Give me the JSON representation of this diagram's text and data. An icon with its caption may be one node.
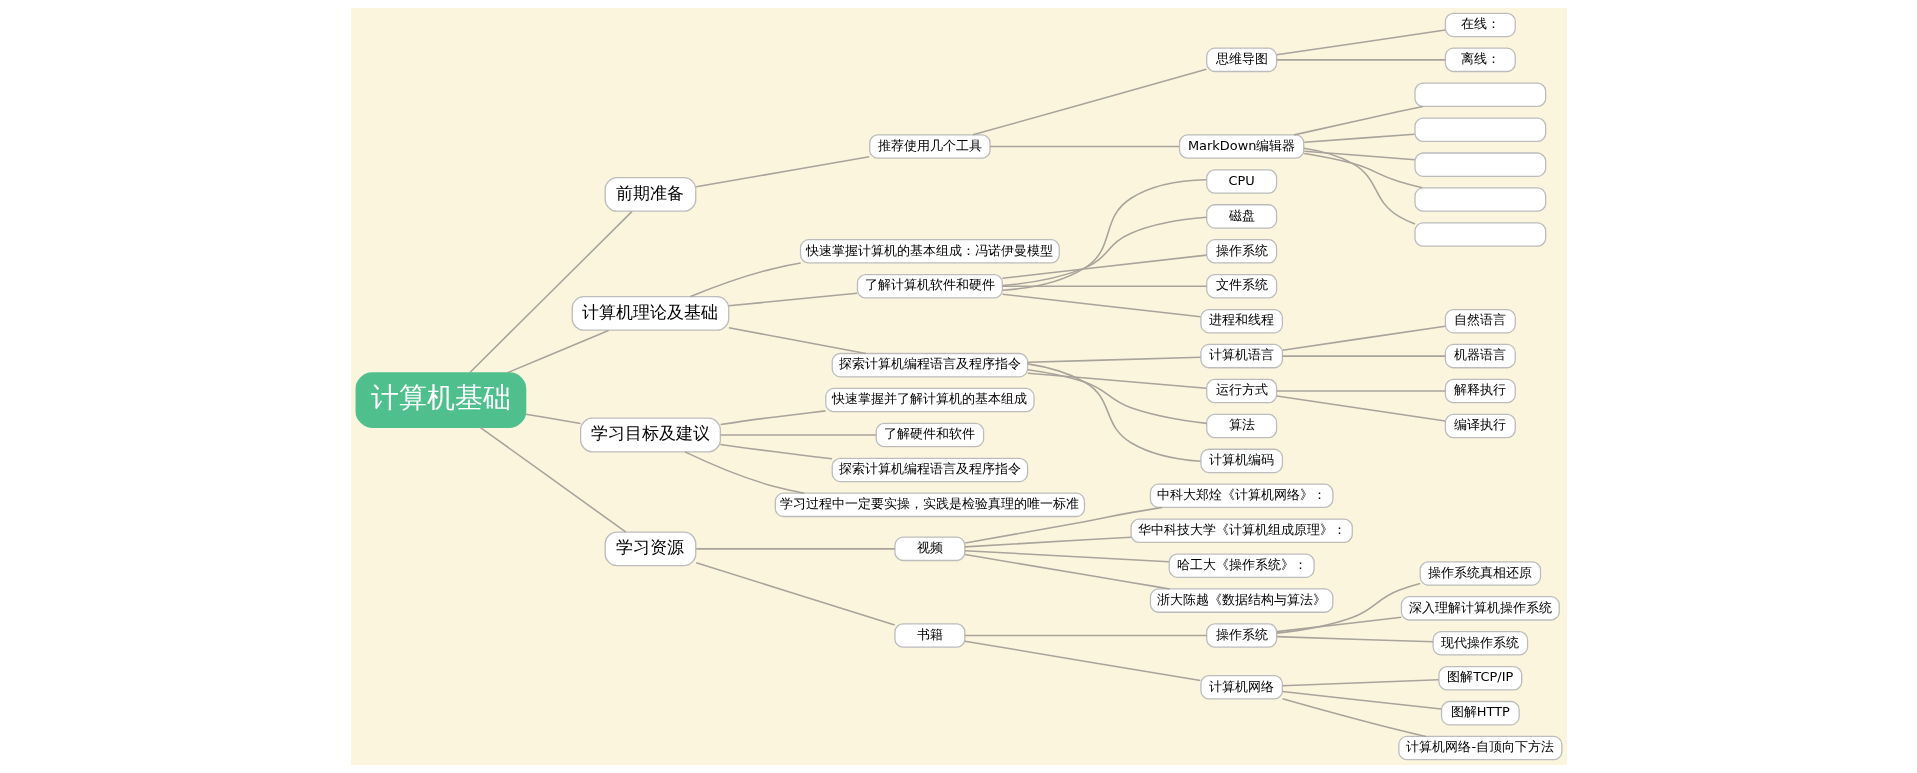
{
  "diagram": {
    "nodes": [
      {
        "text": [
          "计算机基础"
        ]
      },
      {
        "text": [
          "前期准备"
        ]
      },
      {
        "text": [
          "推荐使用几个工具"
        ]
      },
      {
        "text": [
          "思维导图"
        ]
      },
      {
        "text": [
          "在线："
        ]
      },
      {
        "text": [
          "离线："
        ]
      },
      {
        "text": [
          "MarkDown编辑器"
        ]
      },
      {
        "text": [],
        "shape": "box"
      },
      {
        "text": [],
        "shape": "box"
      },
      {
        "text": [],
        "shape": "box"
      },
      {
        "text": [],
        "shape": "box"
      },
      {
        "text": [],
        "shape": "box"
      },
      {
        "text": [
          "计算机理论及基础"
        ]
      },
      {
        "text": [
          "快速掌握计算机的基本组成：冯诺伊曼模型"
        ]
      },
      {
        "text": [
          "了解计算机软件和硬件"
        ]
      },
      {
        "text": [
          "CPU"
        ]
      },
      {
        "text": [
          "磁盘"
        ]
      },
      {
        "text": [
          "操作系统"
        ]
      },
      {
        "text": [
          "文件系统"
        ]
      },
      {
        "text": [
          "进程和线程"
        ]
      },
      {
        "text": [
          "探索计算机编程语言及程序指令"
        ]
      },
      {
        "text": [
          "计算机语言"
        ]
      },
      {
        "text": [
          "自然语言"
        ]
      },
      {
        "text": [
          "机器语言"
        ]
      },
      {
        "text": [
          "运行方式"
        ]
      },
      {
        "text": [
          "解释执行"
        ]
      },
      {
        "text": [
          "编译执行"
        ]
      },
      {
        "text": [
          "算法"
        ]
      },
      {
        "text": [
          "计算机编码"
        ]
      },
      {
        "text": [
          "学习目标及建议"
        ]
      },
      {
        "text": [
          "快速掌握并了解计算机的基本组成"
        ]
      },
      {
        "text": [
          "了解硬件和软件"
        ]
      },
      {
        "text": [
          "探索计算机编程语言及程序指令"
        ]
      },
      {
        "text": [
          "学习过程中一定要实操，实践是检验真理的唯一标准"
        ]
      },
      {
        "text": [
          "学习资源"
        ]
      },
      {
        "text": [
          "视频"
        ]
      },
      {
        "text": [
          "中科大郑烇《计算机网络》："
        ]
      },
      {
        "text": [
          "华中科技大学《计算机组成原理》："
        ]
      },
      {
        "text": [
          "哈工大《操作系统》："
        ]
      },
      {
        "text": [
          "浙大陈越《数据结构与算法》"
        ]
      },
      {
        "text": [
          "书籍"
        ]
      },
      {
        "text": [
          "操作系统"
        ]
      },
      {
        "text": [
          "操作系统真相还原"
        ]
      },
      {
        "text": [
          "深入理解计算机操作系统"
        ]
      },
      {
        "text": [
          "现代操作系统"
        ]
      },
      {
        "text": [
          "计算机网络"
        ]
      },
      {
        "text": [
          "图解TCP/IP"
        ]
      },
      {
        "text": [
          "图解HTTP"
        ]
      },
      {
        "text": [
          "计算机网络-自顶向下方法"
        ]
      }
    ],
    "edges": [
      {
        "from": 0,
        "to": 1,
        "arrow": "none"
      },
      {
        "from": 1,
        "to": 2,
        "arrow": "none"
      },
      {
        "from": 2,
        "to": 3,
        "arrow": "none"
      },
      {
        "from": 3,
        "to": 4,
        "arrow": "none"
      },
      {
        "from": 3,
        "to": 5,
        "arrow": "none"
      },
      {
        "from": 2,
        "to": 6,
        "arrow": "none"
      },
      {
        "from": 6,
        "to": 7,
        "arrow": "none"
      },
      {
        "from": 6,
        "to": 8,
        "arrow": "none"
      },
      {
        "from": 6,
        "to": 9,
        "arrow": "none"
      },
      {
        "from": 6,
        "to": 10,
        "arrow": "none"
      },
      {
        "from": 6,
        "to": 11,
        "arrow": "none"
      },
      {
        "from": 0,
        "to": 12,
        "arrow": "none"
      },
      {
        "from": 12,
        "to": 13,
        "arrow": "none"
      },
      {
        "from": 12,
        "to": 14,
        "arrow": "none"
      },
      {
        "from": 14,
        "to": 15,
        "arrow": "none"
      },
      {
        "from": 14,
        "to": 16,
        "arrow": "none"
      },
      {
        "from": 14,
        "to": 17,
        "arrow": "none"
      },
      {
        "from": 14,
        "to": 18,
        "arrow": "none"
      },
      {
        "from": 14,
        "to": 19,
        "arrow": "none"
      },
      {
        "from": 12,
        "to": 20,
        "arrow": "none"
      },
      {
        "from": 20,
        "to": 21,
        "arrow": "none"
      },
      {
        "from": 21,
        "to": 22,
        "arrow": "none"
      },
      {
        "from": 21,
        "to": 23,
        "arrow": "none"
      },
      {
        "from": 20,
        "to": 24,
        "arrow": "none"
      },
      {
        "from": 24,
        "to": 25,
        "arrow": "none"
      },
      {
        "from": 24,
        "to": 26,
        "arrow": "none"
      },
      {
        "from": 20,
        "to": 27,
        "arrow": "none"
      },
      {
        "from": 20,
        "to": 28,
        "arrow": "none"
      },
      {
        "from": 0,
        "to": 29,
        "arrow": "none"
      },
      {
        "from": 29,
        "to": 30,
        "arrow": "none"
      },
      {
        "from": 29,
        "to": 31,
        "arrow": "none"
      },
      {
        "from": 29,
        "to": 32,
        "arrow": "none"
      },
      {
        "from": 29,
        "to": 33,
        "arrow": "none"
      },
      {
        "from": 0,
        "to": 34,
        "arrow": "none"
      },
      {
        "from": 34,
        "to": 35,
        "arrow": "none"
      },
      {
        "from": 35,
        "to": 36,
        "arrow": "none"
      },
      {
        "from": 35,
        "to": 37,
        "arrow": "none"
      },
      {
        "from": 35,
        "to": 38,
        "arrow": "none"
      },
      {
        "from": 35,
        "to": 39,
        "arrow": "none"
      },
      {
        "from": 34,
        "to": 40,
        "arrow": "none"
      },
      {
        "from": 40,
        "to": 41,
        "arrow": "none"
      },
      {
        "from": 41,
        "to": 42,
        "arrow": "none"
      },
      {
        "from": 41,
        "to": 43,
        "arrow": "none"
      },
      {
        "from": 41,
        "to": 44,
        "arrow": "none"
      },
      {
        "from": 40,
        "to": 45,
        "arrow": "none"
      },
      {
        "from": 45,
        "to": 46,
        "arrow": "none"
      },
      {
        "from": 45,
        "to": 47,
        "arrow": "none"
      },
      {
        "from": 45,
        "to": 48,
        "arrow": "none"
      }
    ]
  }
}
